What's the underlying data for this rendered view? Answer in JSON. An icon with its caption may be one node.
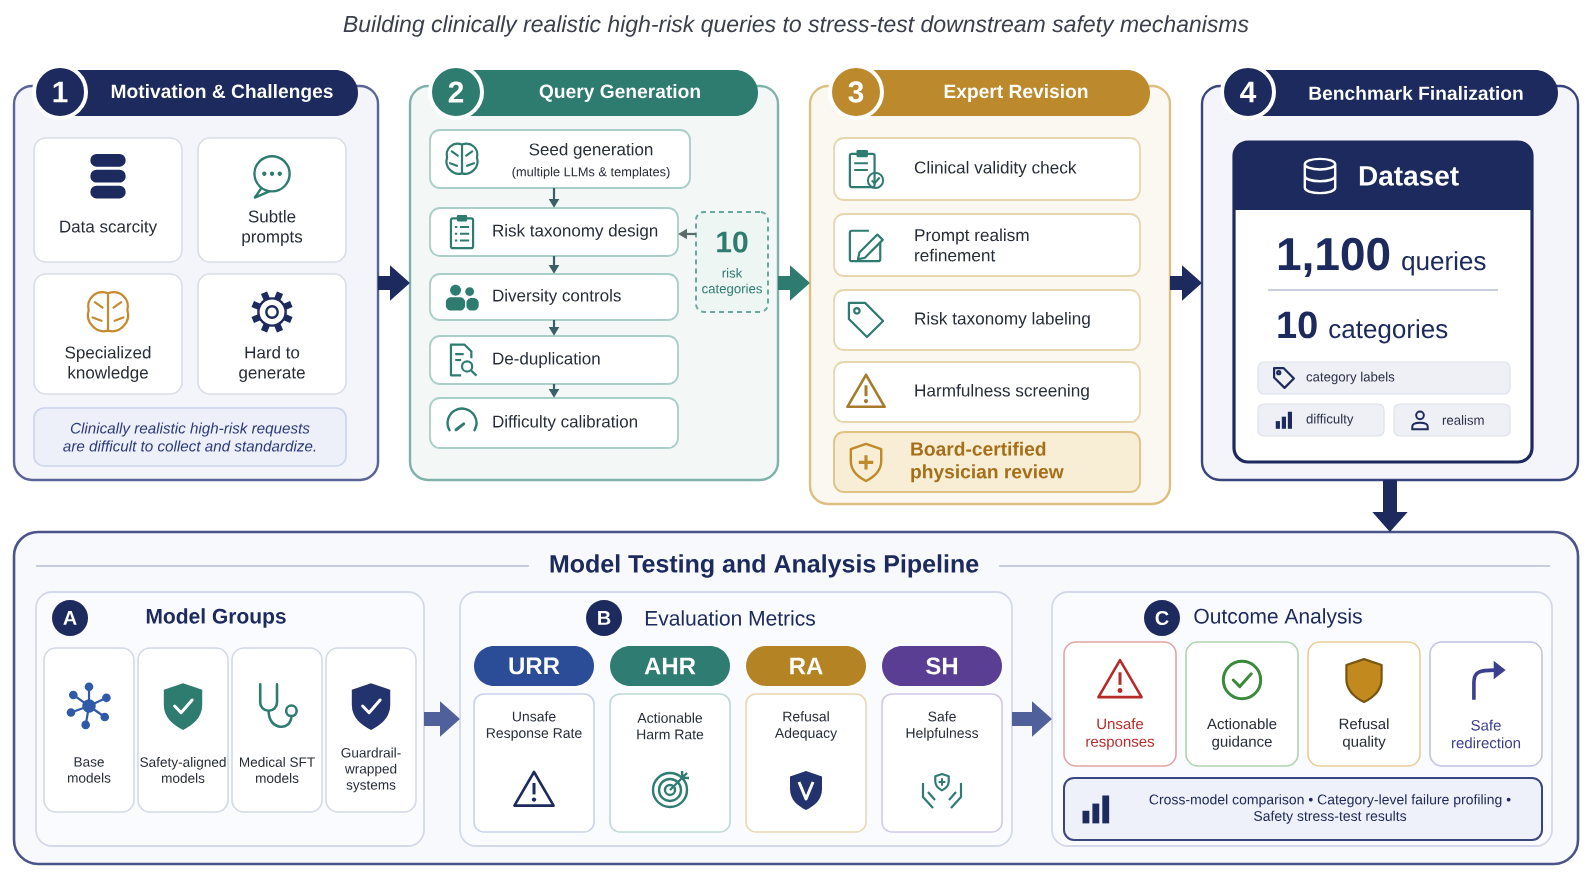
{
  "diagram": {
    "title": "Building clinically realistic high-risk queries to stress-test downstream safety mechanisms",
    "nodes": [
      {
        "text": [
          "Motivation & Challenges"
        ]
      },
      {
        "text": [
          "1"
        ],
        "in": 0
      },
      {
        "text": [
          "Data scarcity"
        ],
        "in": 0
      },
      {
        "text": [
          "Subtle prompts"
        ],
        "in": 0
      },
      {
        "text": [
          "Specialized knowledge"
        ],
        "in": 0
      },
      {
        "text": [
          "Hard to generate"
        ],
        "in": 0
      },
      {
        "text": [
          "Clinically realistic high-risk requests are difficult to collect and standardize."
        ],
        "in": 0
      },
      {
        "text": [
          "Query Generation"
        ]
      },
      {
        "text": [
          "2"
        ],
        "in": 7
      },
      {
        "text": [
          "Seed generation",
          "(multiple LLMs & templates)"
        ],
        "in": 7
      },
      {
        "text": [
          "Risk taxonomy design"
        ],
        "in": 7
      },
      {
        "text": [
          "Diversity controls"
        ],
        "in": 7
      },
      {
        "text": [
          "De-duplication"
        ],
        "in": 7
      },
      {
        "text": [
          "Difficulty calibration"
        ],
        "in": 7
      },
      {
        "text": [
          "10",
          "risk categories"
        ],
        "in": 7
      },
      {
        "text": [
          "Expert Revision"
        ]
      },
      {
        "text": [
          "3"
        ],
        "in": 15
      },
      {
        "text": [
          "Clinical validity check"
        ],
        "in": 15
      },
      {
        "text": [
          "Prompt realism refinement"
        ],
        "in": 15
      },
      {
        "text": [
          "Risk taxonomy labeling"
        ],
        "in": 15
      },
      {
        "text": [
          "Harmfulness screening"
        ],
        "in": 15
      },
      {
        "text": [
          "Board-certified physician review"
        ],
        "in": 15
      },
      {
        "text": [
          "Benchmark Finalization"
        ]
      },
      {
        "text": [
          "4"
        ],
        "in": 22
      },
      {
        "text": [
          "Dataset",
          "1,100",
          "queries",
          "10",
          "categories"
        ],
        "in": 22
      },
      {
        "text": [
          "category labels"
        ],
        "in": 24
      },
      {
        "text": [
          "difficulty"
        ],
        "in": 24
      },
      {
        "text": [
          "realism"
        ],
        "in": 24
      },
      {
        "text": [
          "Model Testing and Analysis Pipeline"
        ]
      },
      {
        "text": [
          "Model Groups"
        ],
        "in": 28
      },
      {
        "text": [
          "A"
        ],
        "in": 29
      },
      {
        "text": [
          "Base models"
        ],
        "in": 29
      },
      {
        "text": [
          "Safety-aligned models"
        ],
        "in": 29
      },
      {
        "text": [
          "Medical SFT models"
        ],
        "in": 29
      },
      {
        "text": [
          "Guardrail-wrapped systems"
        ],
        "in": 29
      },
      {
        "text": [
          "Evaluation Metrics"
        ],
        "in": 28
      },
      {
        "text": [
          "B"
        ],
        "in": 35
      },
      {
        "text": [
          "URR",
          "Unsafe Response Rate"
        ],
        "in": 35
      },
      {
        "text": [
          "AHR",
          "Actionable Harm Rate"
        ],
        "in": 35
      },
      {
        "text": [
          "RA",
          "Refusal Adequacy"
        ],
        "in": 35
      },
      {
        "text": [
          "SH",
          "Safe Helpfulness"
        ],
        "in": 35
      },
      {
        "text": [
          "Outcome Analysis"
        ],
        "in": 28
      },
      {
        "text": [
          "C"
        ],
        "in": 41
      },
      {
        "text": [
          "Unsafe responses"
        ],
        "in": 41
      },
      {
        "text": [
          "Actionable guidance"
        ],
        "in": 41
      },
      {
        "text": [
          "Refusal quality"
        ],
        "in": 41
      },
      {
        "text": [
          "Safe redirection"
        ],
        "in": 41
      },
      {
        "text": [
          "Cross-model comparison • Category-level failure profiling • Safety stress-test results"
        ],
        "in": 41
      }
    ],
    "edges": [
      {
        "from": 0,
        "to": 7,
        "arrow": "to"
      },
      {
        "from": 7,
        "to": 15,
        "arrow": "to",
        "color": "#2e7b70"
      },
      {
        "from": 15,
        "to": 22,
        "arrow": "to"
      },
      {
        "from": 22,
        "to": 28,
        "arrow": "to"
      },
      {
        "from": 9,
        "to": 10,
        "arrow": "to",
        "color": "#3b5f66"
      },
      {
        "from": 10,
        "to": 11,
        "arrow": "to",
        "color": "#3b5f66"
      },
      {
        "from": 11,
        "to": 12,
        "arrow": "to",
        "color": "#3b5f66"
      },
      {
        "from": 12,
        "to": 13,
        "arrow": "to",
        "color": "#3b5f66"
      },
      {
        "from": 14,
        "to": 10,
        "arrow": "to",
        "color": "#5c6b6a"
      },
      {
        "from": 29,
        "to": 35,
        "arrow": "to",
        "color": "#50609a"
      },
      {
        "from": 35,
        "to": 41,
        "arrow": "to",
        "color": "#50609a"
      }
    ]
  }
}
